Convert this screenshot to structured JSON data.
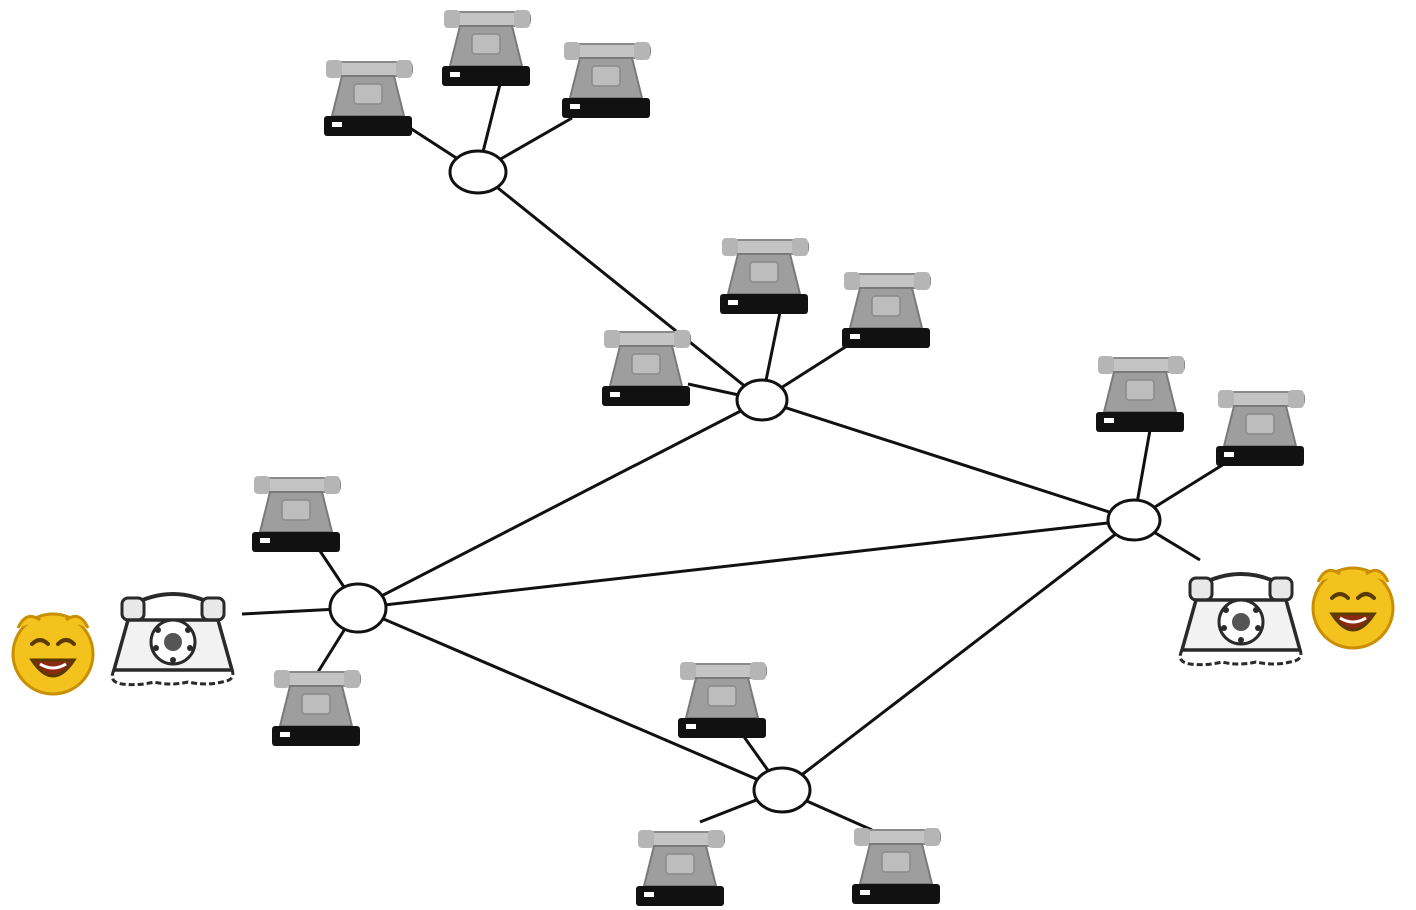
{
  "diagram": {
    "kind": "telephone-switching-network",
    "colors": {
      "background": "#ffffff",
      "link": "#111111",
      "switch_fill": "#ffffff",
      "phone_body": "#9a9a9a",
      "phone_handset": "#bdbdbd",
      "phone_base": "#111111",
      "smiley": "#f3c21c"
    },
    "switches": [
      {
        "id": "sw-top"
      },
      {
        "id": "sw-center"
      },
      {
        "id": "sw-right"
      },
      {
        "id": "sw-left"
      },
      {
        "id": "sw-bottom"
      }
    ],
    "trunks": [
      {
        "from": "sw-top",
        "to": "sw-center"
      },
      {
        "from": "sw-center",
        "to": "sw-right"
      },
      {
        "from": "sw-center",
        "to": "sw-left"
      },
      {
        "from": "sw-left",
        "to": "sw-right"
      },
      {
        "from": "sw-left",
        "to": "sw-bottom"
      },
      {
        "from": "sw-bottom",
        "to": "sw-right"
      }
    ],
    "phones": [
      {
        "id": "phone-top-1",
        "style": "desk",
        "switch": "sw-top"
      },
      {
        "id": "phone-top-2",
        "style": "desk",
        "switch": "sw-top"
      },
      {
        "id": "phone-top-3",
        "style": "desk",
        "switch": "sw-top"
      },
      {
        "id": "phone-center-1",
        "style": "desk",
        "switch": "sw-center"
      },
      {
        "id": "phone-center-2",
        "style": "desk",
        "switch": "sw-center"
      },
      {
        "id": "phone-center-3",
        "style": "desk",
        "switch": "sw-center"
      },
      {
        "id": "phone-right-1",
        "style": "desk",
        "switch": "sw-right"
      },
      {
        "id": "phone-right-2",
        "style": "desk",
        "switch": "sw-right"
      },
      {
        "id": "phone-left-1",
        "style": "desk",
        "switch": "sw-left"
      },
      {
        "id": "phone-left-2",
        "style": "desk",
        "switch": "sw-left"
      },
      {
        "id": "phone-bottom-1",
        "style": "desk",
        "switch": "sw-bottom"
      },
      {
        "id": "phone-bottom-2",
        "style": "desk",
        "switch": "sw-bottom"
      },
      {
        "id": "phone-bottom-3",
        "style": "desk",
        "switch": "sw-bottom"
      },
      {
        "id": "rotary-caller-left",
        "style": "rotary",
        "switch": "sw-left",
        "user": "smiley-left"
      },
      {
        "id": "rotary-caller-right",
        "style": "rotary",
        "switch": "sw-right",
        "user": "smiley-right"
      }
    ],
    "users": [
      {
        "id": "smiley-left",
        "icon": "smiley-face-icon"
      },
      {
        "id": "smiley-right",
        "icon": "smiley-face-icon"
      }
    ]
  }
}
